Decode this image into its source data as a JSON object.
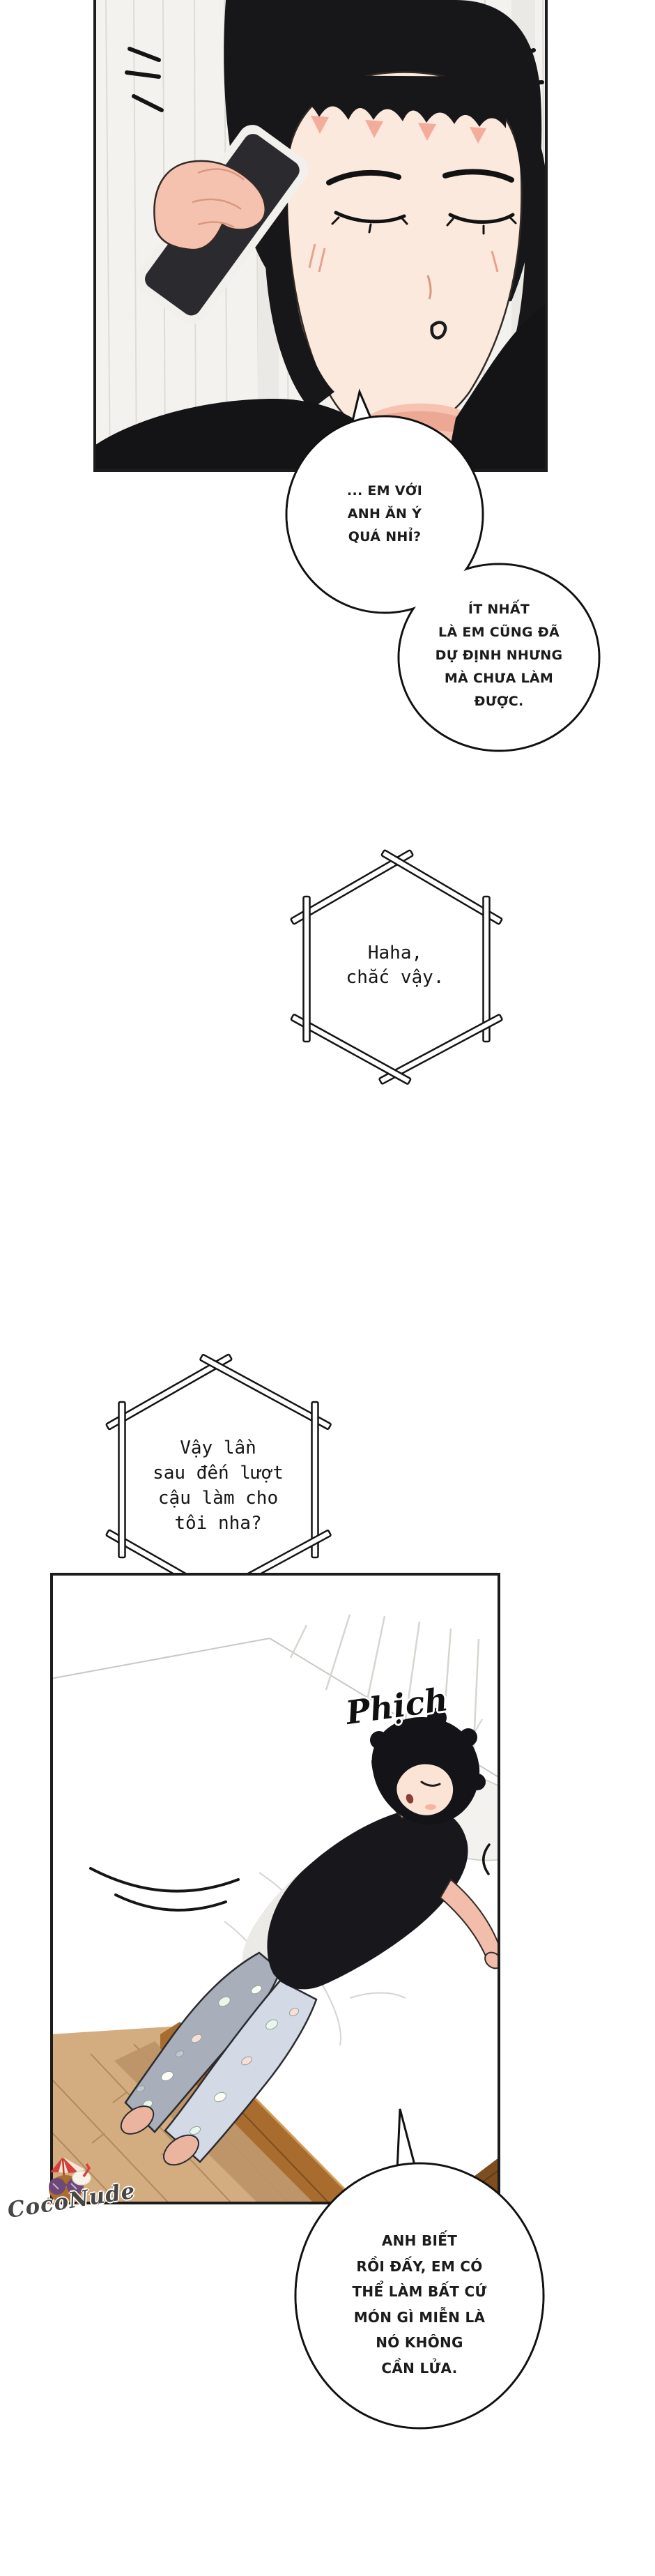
{
  "comic": {
    "bubble1": {
      "lines": [
        "... EM VỚI",
        "ANH ĂN Ý",
        "QUÁ NHỈ?"
      ]
    },
    "bubble2": {
      "lines": [
        "ÍT NHẤT",
        "LÀ EM CŨNG ĐÃ",
        "DỰ ĐỊNH NHƯNG",
        "MÀ CHƯA LÀM",
        "ĐƯỢC."
      ]
    },
    "hex1": {
      "lines": [
        "Haha,",
        "chắc vậy."
      ]
    },
    "hex2": {
      "lines": [
        "Vậy lần",
        "sau đến lượt",
        "cậu làm cho",
        "tôi nha?"
      ]
    },
    "bubble3": {
      "lines": [
        "ANH BIẾT",
        "RỒI ĐẤY, EM CÓ",
        "THỂ LÀM BẤT CỨ",
        "MÓN GÌ MIỄN LÀ",
        "NÓ KHÔNG",
        "CẦN LỬA."
      ]
    },
    "sfx_phich": "Phịch",
    "watermark": "CocoNude"
  },
  "colors": {
    "panel_border": "#1c1c1c",
    "curtain": "#f3f2ef",
    "hair": "#17171a",
    "shirt": "#141416",
    "skin": "#f6c3b1",
    "blush": "#f3a593",
    "pajama": "#d3d9e5",
    "floor_wood": "#d3ad80",
    "bed_frame": "#a86c2f",
    "umbrella_red": "#d8403d",
    "coconut_brown": "#a96f2f"
  }
}
